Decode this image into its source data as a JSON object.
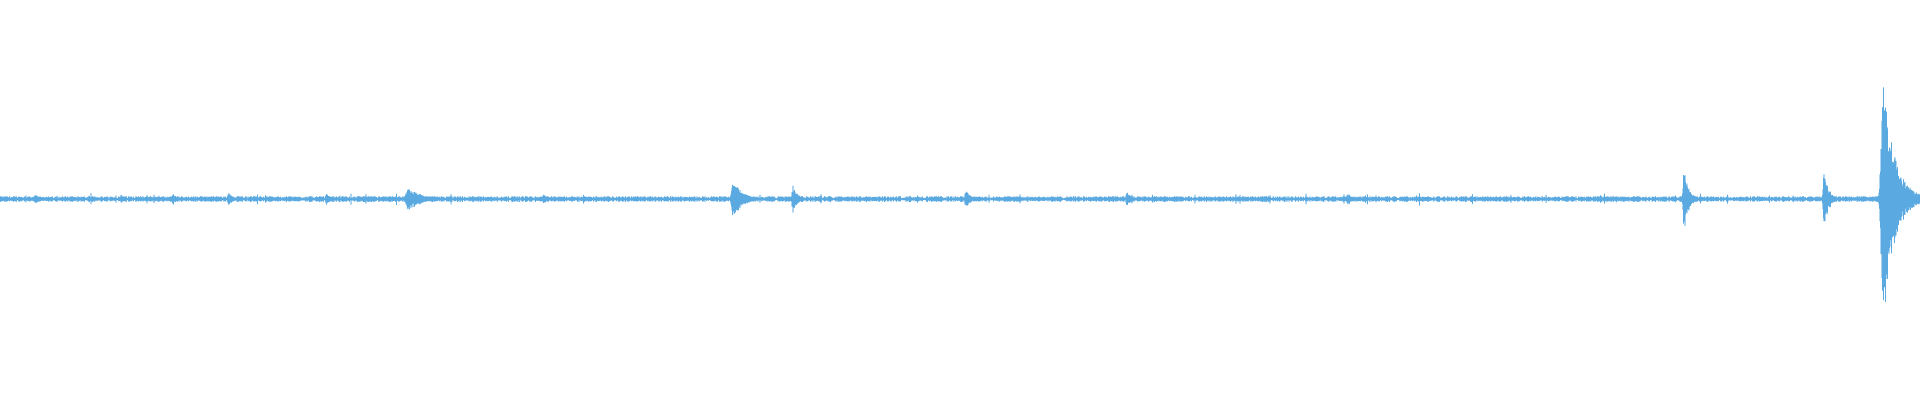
{
  "waveform": {
    "color": "#5aa9e0",
    "background": "#ffffff",
    "duration_fraction": 1.0,
    "noise_level": 0.018,
    "events": [
      {
        "at": 0.0185,
        "amp": 0.04
      },
      {
        "at": 0.063,
        "amp": 0.04
      },
      {
        "at": 0.09,
        "amp": 0.05
      },
      {
        "at": 0.119,
        "amp": 0.06
      },
      {
        "at": 0.17,
        "amp": 0.05
      },
      {
        "at": 0.213,
        "amp": 0.09,
        "width": 0.008
      },
      {
        "at": 0.283,
        "amp": 0.04
      },
      {
        "at": 0.382,
        "amp": 0.16,
        "width": 0.005
      },
      {
        "at": 0.413,
        "amp": 0.12
      },
      {
        "at": 0.503,
        "amp": 0.08
      },
      {
        "at": 0.587,
        "amp": 0.07
      },
      {
        "at": 0.702,
        "amp": 0.06
      },
      {
        "at": 0.877,
        "amp": 0.27
      },
      {
        "at": 0.95,
        "amp": 0.24
      },
      {
        "at": 0.981,
        "amp": 1.0,
        "width": 0.006
      }
    ]
  }
}
